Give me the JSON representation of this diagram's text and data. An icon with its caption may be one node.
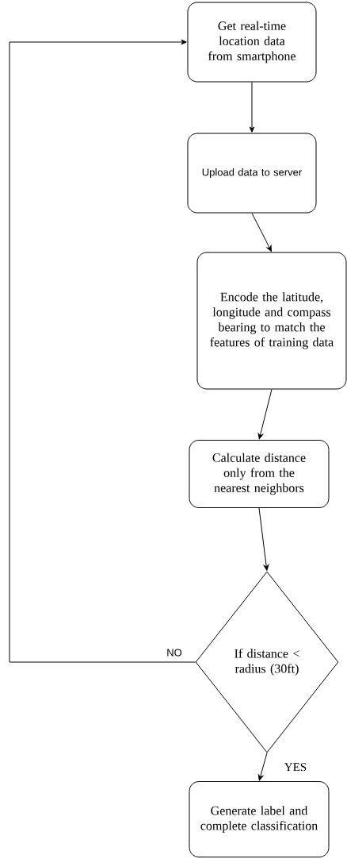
{
  "diagram": {
    "nodes": [
      {
        "text": [
          "Get real-time location data from smartphone"
        ]
      },
      {
        "text": [
          "Upload data to server"
        ]
      },
      {
        "text": [
          "Encode the latitude, longitude and compass bearing to match the features of training data"
        ]
      },
      {
        "text": [
          "Calculate distance only from the nearest neighbors"
        ]
      },
      {
        "text": [
          "If distance < radius (30ft)"
        ]
      },
      {
        "text": [
          "Generate label and complete classification"
        ]
      }
    ],
    "edges": [
      {
        "from": 0,
        "to": 1,
        "arrow": "to"
      },
      {
        "from": 1,
        "to": 2,
        "arrow": "to"
      },
      {
        "from": 2,
        "to": 3,
        "arrow": "to"
      },
      {
        "from": 3,
        "to": 4,
        "arrow": "to"
      },
      {
        "from": 4,
        "to": 5,
        "arrow": "to",
        "label": "YES"
      },
      {
        "from": 4,
        "to": 0,
        "arrow": "to",
        "label": "NO"
      }
    ]
  }
}
